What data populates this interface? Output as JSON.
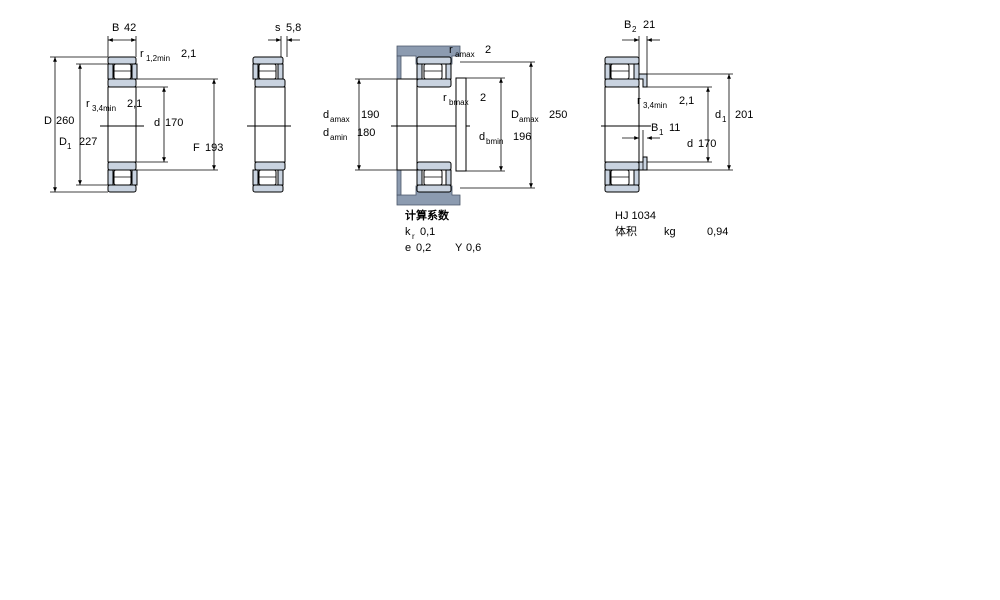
{
  "dimensions": {
    "B": {
      "label": "B",
      "value": "42"
    },
    "r12min": {
      "label": "r",
      "sub": "1,2min",
      "value": "2,1"
    },
    "D": {
      "label": "D",
      "value": "260"
    },
    "r34min": {
      "label": "r",
      "sub": "3,4min",
      "value": "2,1"
    },
    "D1": {
      "label": "D",
      "sub": "1",
      "value": "227"
    },
    "d": {
      "label": "d",
      "value": "170"
    },
    "F": {
      "label": "F",
      "value": "193"
    },
    "s": {
      "label": "s",
      "value": "5,8"
    }
  },
  "abutment": {
    "ramax": {
      "label": "r",
      "sub": "amax",
      "value": "2"
    },
    "damax": {
      "label": "d",
      "sub": "amax",
      "value": "190"
    },
    "damin": {
      "label": "d",
      "sub": "amin",
      "value": "180"
    },
    "rbmax": {
      "label": "r",
      "sub": "bmax",
      "value": "2"
    },
    "Damax": {
      "label": "D",
      "sub": "amax",
      "value": "250"
    },
    "dbmin": {
      "label": "d",
      "sub": "bmin",
      "value": "196"
    }
  },
  "calculation": {
    "heading": "计算系数",
    "kr": {
      "label": "k",
      "sub": "r",
      "value": "0,1"
    },
    "e": {
      "label": "e",
      "value": "0,2"
    },
    "Y": {
      "label": "Y",
      "value": "0,6"
    }
  },
  "ring": {
    "B2": {
      "label": "B",
      "sub": "2",
      "value": "21"
    },
    "r34min": {
      "label": "r",
      "sub": "3,4min",
      "value": "2,1"
    },
    "B1": {
      "label": "B",
      "sub": "1",
      "value": "11"
    },
    "d1": {
      "label": "d",
      "sub": "1",
      "value": "201"
    },
    "d": {
      "label": "d",
      "value": "170"
    },
    "designation": "HJ 1034",
    "mass_label": "体积",
    "mass_unit": "kg",
    "mass_value": "0,94"
  }
}
